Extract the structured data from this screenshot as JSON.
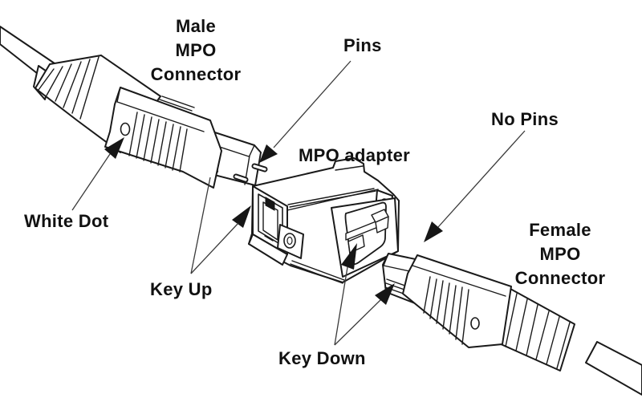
{
  "diagram": {
    "description": "MPO fiber connector mating diagram: male connector with pins plugs key-up into MPO adapter; female connector without pins plugs key-down",
    "labels": {
      "male_connector": {
        "lines": [
          "Male",
          "MPO",
          "Connector"
        ]
      },
      "pins": "Pins",
      "adapter": "MPO adapter",
      "no_pins": "No Pins",
      "white_dot": "White Dot",
      "key_up": "Key Up",
      "key_down": "Key Down",
      "female_connector": {
        "lines": [
          "Female",
          "MPO",
          "Connector"
        ]
      }
    },
    "colors": {
      "background": "#ffffff",
      "line": "#1a1a1a",
      "arrow": "#161616",
      "label_text": "#111111"
    }
  }
}
